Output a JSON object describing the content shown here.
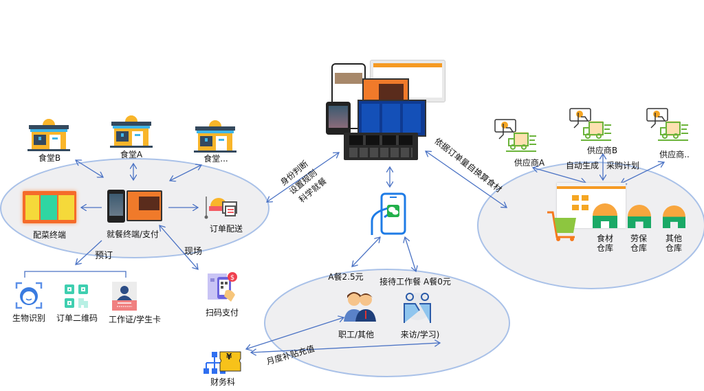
{
  "canteens": {
    "b": "食堂B",
    "a": "食堂A",
    "more": "食堂..."
  },
  "left_cluster": {
    "dish_terminal": "配菜终端",
    "dining_terminal": "就餐终端/支付",
    "order_delivery": "订单配送",
    "preorder": "预订",
    "onsite": "现场"
  },
  "identify": {
    "biometric": "生物识别",
    "order_qr": "订单二维码",
    "card": "工作证/学生卡",
    "scan_pay": "扫码支付"
  },
  "server_links": {
    "left_line1": "身份判断",
    "left_line2": "设置规则",
    "left_line3": "科学就餐",
    "right": "依据订单量自换算食材"
  },
  "mobile": {
    "meal_staff": "A餐2.5元",
    "meal_reception": "接待工作餐 A餐0元",
    "staff": "职工/其他",
    "visitor": "来访/学习)",
    "monthly_subsidy": "月度补贴充值",
    "finance": "财务科",
    "finance_symbol": "¥"
  },
  "suppliers": {
    "a": "供应商A",
    "b": "供应商B",
    "more": "供应商..",
    "auto_generate": "自动生成",
    "purchase_plan": "采购计划"
  },
  "warehouses": [
    {
      "line1": "食材",
      "line2": "仓库"
    },
    {
      "line1": "劳保",
      "line2": "仓库"
    },
    {
      "line1": "其他",
      "line2": "仓库"
    }
  ],
  "colors": {
    "ellipse_fill": "#efeff1",
    "ellipse_stroke": "#a9c1e8",
    "arrow": "#4a72c4",
    "canteen_orange": "#f9b52a",
    "truck_green": "#6bb33a",
    "warehouse_orange": "#f8a63e",
    "warehouse_green": "#1aa966",
    "phone_blue": "#1e7be6",
    "wechat_green": "#22b04b"
  }
}
